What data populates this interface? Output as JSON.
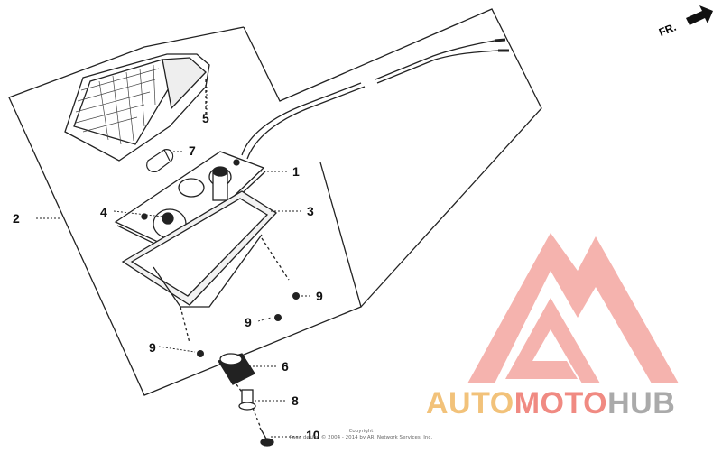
{
  "diagram": {
    "direction_label": "FR.",
    "callouts": {
      "c1": "1",
      "c2": "2",
      "c3": "3",
      "c4": "4",
      "c5": "5",
      "c6": "6",
      "c7": "7",
      "c8": "8",
      "c9a": "9",
      "c9b": "9",
      "c9c": "9",
      "c10": "10"
    },
    "copyright": {
      "line1": "Copyright",
      "line2": "Page design © 2004 - 2014 by ARI Network Services, Inc."
    }
  },
  "logo": {
    "part1": "AUTO",
    "part2": "MOTO",
    "part3": "HUB",
    "colors": {
      "part1": "#f2c27a",
      "part2": "#f08a82",
      "part3": "#aaaaaa",
      "mark": "#f4a6a0"
    }
  }
}
